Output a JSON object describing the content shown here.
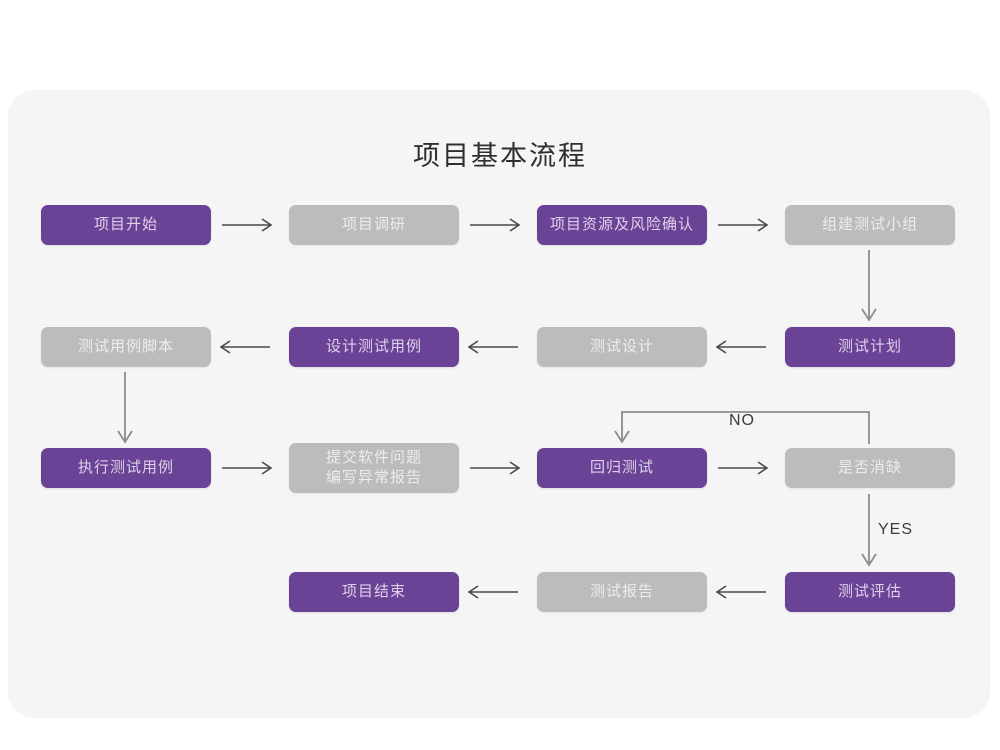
{
  "panel": {
    "background_color": "#f5f5f5",
    "page_background": "#ffffff"
  },
  "title": "项目基本流程",
  "colors": {
    "purple": "#6b4396",
    "purple_text": "#ded2ea",
    "gray": "#bcbcbc",
    "gray_text": "#ececec",
    "arrow": "#4a4a4a",
    "arrow_soft": "#8c8c8c",
    "title_text": "#2f2f2f"
  },
  "nodes": [
    {
      "id": "n1",
      "label": "项目开始",
      "style": "purple",
      "row": 1
    },
    {
      "id": "n2",
      "label": "项目调研",
      "style": "gray",
      "row": 1
    },
    {
      "id": "n3",
      "label": "项目资源及风险确认",
      "style": "purple",
      "row": 1
    },
    {
      "id": "n4",
      "label": "组建测试小组",
      "style": "gray",
      "row": 1
    },
    {
      "id": "n5",
      "label": "测试用例脚本",
      "style": "gray",
      "row": 2
    },
    {
      "id": "n6",
      "label": "设计测试用例",
      "style": "purple",
      "row": 2
    },
    {
      "id": "n7",
      "label": "测试设计",
      "style": "gray",
      "row": 2
    },
    {
      "id": "n8",
      "label": "测试计划",
      "style": "purple",
      "row": 2
    },
    {
      "id": "n9",
      "label": "执行测试用例",
      "style": "purple",
      "row": 3
    },
    {
      "id": "n10",
      "label": "提交软件问题\n编写异常报告",
      "style": "gray",
      "row": 3
    },
    {
      "id": "n11",
      "label": "回归测试",
      "style": "purple",
      "row": 3
    },
    {
      "id": "n12",
      "label": "是否消缺",
      "style": "gray",
      "row": 3
    },
    {
      "id": "n13",
      "label": "项目结束",
      "style": "purple",
      "row": 4
    },
    {
      "id": "n14",
      "label": "测试报告",
      "style": "gray",
      "row": 4
    },
    {
      "id": "n15",
      "label": "测试评估",
      "style": "purple",
      "row": 4
    }
  ],
  "edge_labels": {
    "no": "NO",
    "yes": "YES"
  },
  "edges": [
    {
      "from": "n1",
      "to": "n2",
      "direction": "right"
    },
    {
      "from": "n2",
      "to": "n3",
      "direction": "right"
    },
    {
      "from": "n3",
      "to": "n4",
      "direction": "right"
    },
    {
      "from": "n4",
      "to": "n8",
      "direction": "down"
    },
    {
      "from": "n8",
      "to": "n7",
      "direction": "left"
    },
    {
      "from": "n7",
      "to": "n6",
      "direction": "left"
    },
    {
      "from": "n6",
      "to": "n5",
      "direction": "left"
    },
    {
      "from": "n5",
      "to": "n9",
      "direction": "down"
    },
    {
      "from": "n9",
      "to": "n10",
      "direction": "right"
    },
    {
      "from": "n10",
      "to": "n11",
      "direction": "right"
    },
    {
      "from": "n11",
      "to": "n12",
      "direction": "right"
    },
    {
      "from": "n12",
      "to": "n11",
      "direction": "loop-up-left",
      "label": "NO"
    },
    {
      "from": "n12",
      "to": "n15",
      "direction": "down",
      "label": "YES"
    },
    {
      "from": "n15",
      "to": "n14",
      "direction": "left"
    },
    {
      "from": "n14",
      "to": "n13",
      "direction": "left"
    }
  ]
}
